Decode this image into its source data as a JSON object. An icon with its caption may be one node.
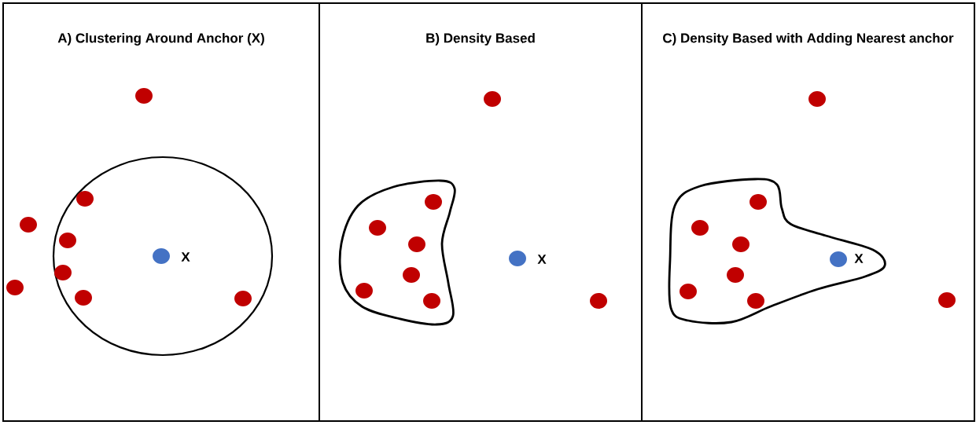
{
  "diagram": {
    "nodes": [
      {
        "text": [
          "A) Clustering Around Anchor (X)"
        ]
      },
      {
        "text": [
          "B) Density Based"
        ]
      },
      {
        "text": [
          "C) Density Based with Adding Nearest anchor"
        ]
      }
    ],
    "labels": [
      "X",
      "X",
      "X"
    ]
  }
}
